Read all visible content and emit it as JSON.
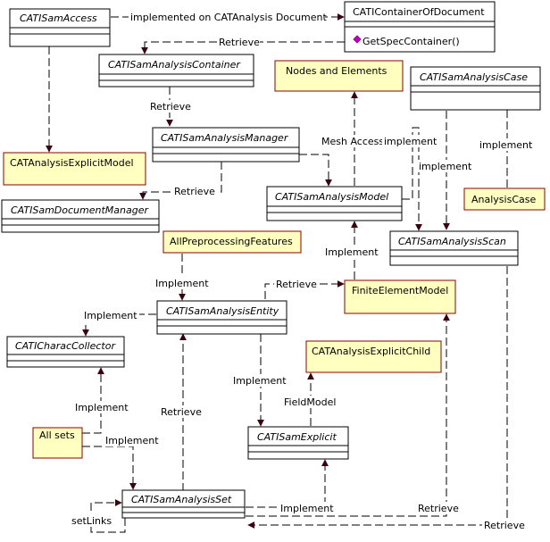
{
  "classes": {
    "sam_access": "CATISamAccess",
    "container_of_document": "CATIContainerOfDocument",
    "get_spec_container": "GetSpecContainer()",
    "analysis_container": "CATISamAnalysisContainer",
    "analysis_manager": "CATISamAnalysisManager",
    "document_manager": "CATISamDocumentManager",
    "analysis_model": "CATISamAnalysisModel",
    "analysis_case": "CATISamAnalysisCase",
    "analysis_scan": "CATISamAnalysisScan",
    "analysis_entity": "CATISamAnalysisEntity",
    "charac_collector": "CATICharacCollector",
    "sam_explicit": "CATISamExplicit",
    "analysis_set": "CATISamAnalysisSet"
  },
  "notes": {
    "nodes_and_elements": "Nodes and Elements",
    "analysis_explicit_model": "CATAnalysisExplicitModel",
    "analysis_case_note": "AnalysisCase",
    "all_preprocessing_features": "AllPreprocessingFeatures",
    "finite_element_model": "FiniteElementModel",
    "analysis_explicit_child": "CATAnalysisExplicitChild",
    "all_sets": "All sets"
  },
  "labels": {
    "implemented_on": "implemented on CATAnalysis Document",
    "retrieve": "Retrieve",
    "implement": "Implement",
    "implement_lower": "implement",
    "mesh_access": "Mesh Access",
    "field_model": "FieldModel",
    "set_links": "setLinks"
  },
  "colors": {
    "note_fill": "#ffffc0",
    "note_border": "#8b0000",
    "operation_marker": "#c000c0",
    "arrowhead": "#3a0010"
  }
}
